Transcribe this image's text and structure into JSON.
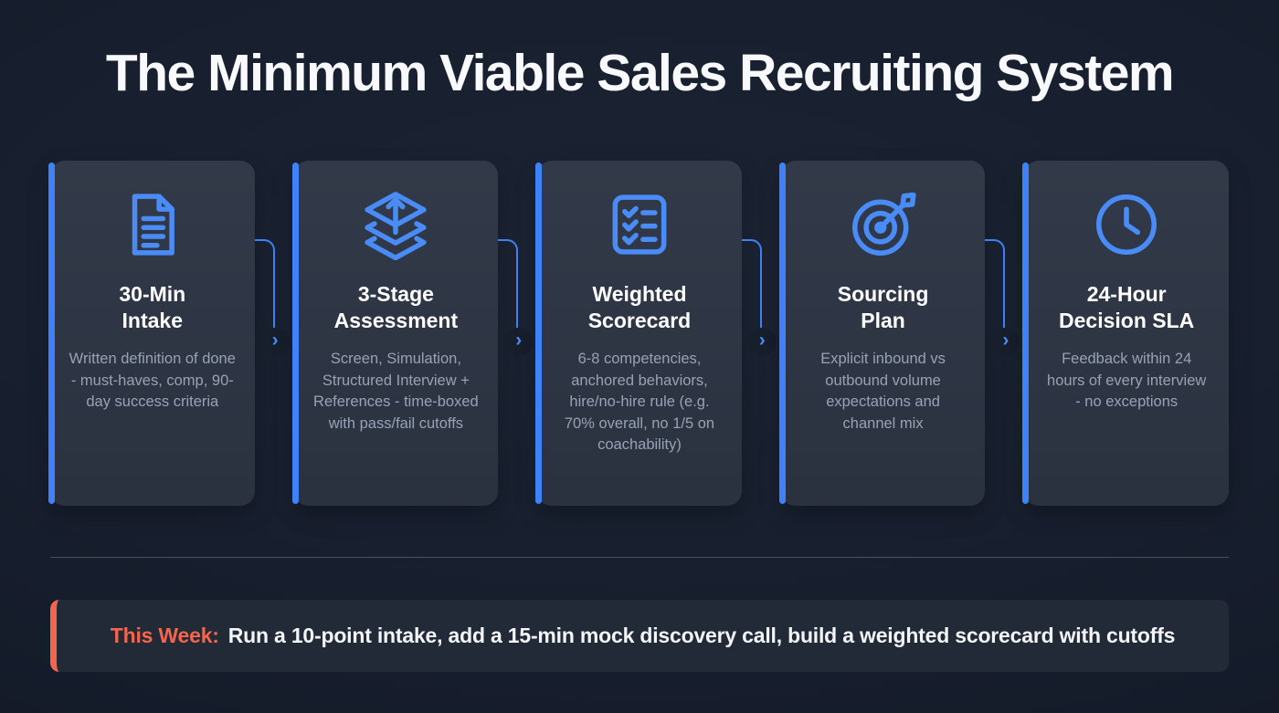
{
  "title": "The Minimum Viable Sales Recruiting System",
  "steps": [
    {
      "icon": "file-text-icon",
      "title": "30-Min\nIntake",
      "description": "Written definition of done - must-haves, comp, 90-day success criteria"
    },
    {
      "icon": "layers-up-arrow-icon",
      "title": "3-Stage\nAssessment",
      "description": "Screen, Simulation, Structured Interview + References - time-boxed with pass/fail cutoffs"
    },
    {
      "icon": "checklist-icon",
      "title": "Weighted\nScorecard",
      "description": "6-8 competencies, anchored behaviors, hire/no-hire rule (e.g. 70% overall, no 1/5 on coachability)"
    },
    {
      "icon": "target-dart-icon",
      "title": "Sourcing\nPlan",
      "description": "Explicit inbound vs outbound volume expectations and channel mix"
    },
    {
      "icon": "clock-icon",
      "title": "24-Hour\nDecision SLA",
      "description": "Feedback within 24 hours of every interview - no exceptions"
    }
  ],
  "connector": {
    "glyph": "›"
  },
  "callout": {
    "label": "This Week:",
    "text": "Run a 10-point intake, add a 15-min mock discovery call, build a weighted scorecard with cutoffs"
  },
  "colors": {
    "background": "#161d2c",
    "card_background": "#2d3543",
    "accent_blue": "#3d82f6",
    "accent_orange": "#f2674b",
    "heading_text": "#ffffff",
    "body_text": "#98a2b3"
  }
}
